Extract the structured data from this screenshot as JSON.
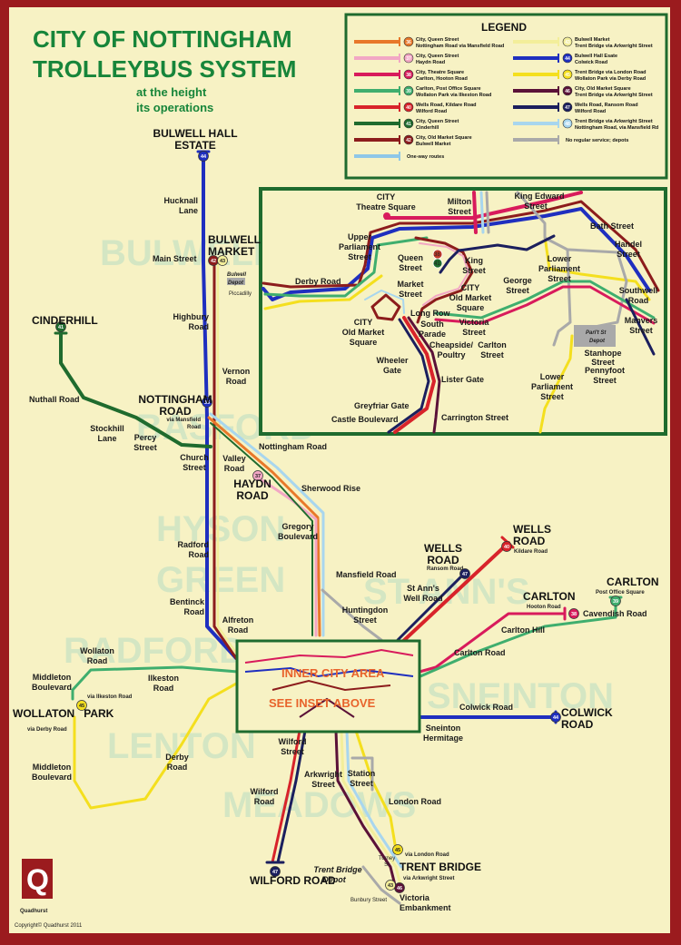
{
  "title": {
    "line1": "CITY OF NOTTINGHAM",
    "line2": "TROLLEYBUS SYSTEM",
    "line3": "at the height",
    "line4": "its operations"
  },
  "legend": {
    "heading": "LEGEND",
    "items": [
      {
        "num": "36",
        "color": "#e8782a",
        "text1": "City, Queen Street",
        "text2": "Nottingham Road via Mansfield Road"
      },
      {
        "num": "37",
        "color": "#f2a7c4",
        "text1": "City, Queen Street",
        "text2": "Haydn Road"
      },
      {
        "num": "38",
        "color": "#d81b5c",
        "text1": "City, Theatre Square",
        "text2": "Carlton, Hooton Road"
      },
      {
        "num": "39",
        "color": "#3fae6e",
        "text1": "Carlton, Post Office Square",
        "text2": "Wollaton Park via Ilkeston Road"
      },
      {
        "num": "40",
        "color": "#d8232a",
        "text1": "Wells Road, Kildare Road",
        "text2": "Wilford Road"
      },
      {
        "num": "41",
        "color": "#1f6b2e",
        "text1": "City, Queen Street",
        "text2": "Cinderhill"
      },
      {
        "num": "42",
        "color": "#8c1c1c",
        "text1": "City, Old Market Square",
        "text2": "Bulwell Market"
      },
      {
        "num": "",
        "color": "#8ec7e8",
        "text1": "One-way routes",
        "text2": ""
      },
      {
        "num": "43",
        "color": "#f3ee9a",
        "text1": "Bulwell Market",
        "text2": "Trent Bridge via Arkwright Street"
      },
      {
        "num": "44",
        "color": "#1f2fbf",
        "text1": "Bulwell Hall Esate",
        "text2": "Colwick Road"
      },
      {
        "num": "45",
        "color": "#f4df1e",
        "text1": "Trent Bridge via London Road",
        "text2": "Wollaton Park via Derby Road"
      },
      {
        "num": "46",
        "color": "#5b1238",
        "text1": "City, Old Market Square",
        "text2": "Trent Bridge via Arkwright Street"
      },
      {
        "num": "47",
        "color": "#1b1f5e",
        "text1": "Wells Road, Ransom Road",
        "text2": "Wilford Road"
      },
      {
        "num": "48",
        "color": "#a8d6ee",
        "text1": "Trent Bridge via Arkwright Street",
        "text2": "Nottingham Road, via Mansfield Rd"
      },
      {
        "num": "",
        "color": "#a9a9a9",
        "text1": "No regular service; depots",
        "text2": ""
      }
    ]
  },
  "districts": [
    "BULWELL",
    "BASFORD",
    "HYSON",
    "GREEN",
    "RADFORD",
    "LENTON",
    "MEADOWS",
    "ST ANN'S",
    "SNEINTON"
  ],
  "inset": {
    "notice1": "INNER CITY AREA",
    "notice2": "SEE INSET ABOVE",
    "labels": {
      "theatre_square": [
        "CITY",
        "Theatre Square"
      ],
      "milton_street": [
        "Milton",
        "Street"
      ],
      "king_edward": [
        "King Edward",
        "Street"
      ],
      "bath_street": "Bath Street",
      "handel": [
        "Handel",
        "Street"
      ],
      "upper_parliament": [
        "Upper",
        "Parliament",
        "Street"
      ],
      "derby_road": "Derby Road",
      "queen_street": [
        "Queen",
        "Street"
      ],
      "king_street": [
        "King",
        "Street"
      ],
      "market_street": [
        "Market",
        "Street"
      ],
      "city_oms_right": [
        "CITY",
        "Old Market",
        "Square"
      ],
      "lower_parliament_top": [
        "Lower",
        "Parliament",
        "Street"
      ],
      "george_street": [
        "George",
        "Street"
      ],
      "southwell_road": [
        "Southwell",
        "Road"
      ],
      "long_row": "Long Row",
      "city_oms_left": [
        "CITY",
        "Old Market",
        "Square"
      ],
      "south_parade": [
        "South",
        "Parade"
      ],
      "victoria_street": [
        "Victoria",
        "Street"
      ],
      "depot": [
        "Parl't St",
        "Depot"
      ],
      "manvers": [
        "Manvers",
        "Street"
      ],
      "cheapside": [
        "Cheapside/",
        "Poultry"
      ],
      "carlton_street": [
        "Carlton",
        "Street"
      ],
      "stanhope": [
        "Stanhope",
        "Street"
      ],
      "wheeler_gate": [
        "Wheeler",
        "Gate"
      ],
      "lister_gate": "Lister Gate",
      "pennyfoot": [
        "Pennyfoot",
        "Street"
      ],
      "lower_parliament_bottom": [
        "Lower",
        "Parliament",
        "Street"
      ],
      "greyfriar_gate": "Greyfriar Gate",
      "castle_boulevard": "Castle Boulevard",
      "carrington_street": "Carrington Street"
    }
  },
  "places": {
    "bulwell_hall": [
      "BULWELL HALL",
      "ESTATE"
    ],
    "hucknall_lane": [
      "Hucknall",
      "Lane"
    ],
    "bulwell_market": [
      "BULWELL",
      "MARKET"
    ],
    "main_street": "Main Street",
    "bulwell_depot": [
      "Bulwell",
      "Depot"
    ],
    "piccadilly": "Piccadilly",
    "cinderhill": "CINDERHILL",
    "highbury_road": [
      "Highbury",
      "Road"
    ],
    "vernon_road": [
      "Vernon",
      "Road"
    ],
    "nuthall_road": "Nuthall Road",
    "nottingham_road_terminus": [
      "NOTTINGHAM",
      "ROAD"
    ],
    "via_mansfield": [
      "via Mansfield",
      "Road"
    ],
    "stockhill": [
      "Stockhill",
      "Lane"
    ],
    "percy": [
      "Percy",
      "Street"
    ],
    "church_street": [
      "Church",
      "Street"
    ],
    "valley_road": [
      "Valley",
      "Road"
    ],
    "nottingham_road": "Nottingham Road",
    "haydn_road": [
      "HAYDN",
      "ROAD"
    ],
    "sherwood_rise": "Sherwood Rise",
    "gregory": [
      "Gregory",
      "Boulevard"
    ],
    "radford_road": [
      "Radford",
      "Road"
    ],
    "mansfield_road": "Mansfield Road",
    "bentinck": [
      "Bentinck",
      "Road"
    ],
    "alfreton": [
      "Alfreton",
      "Road"
    ],
    "huntingdon": [
      "Huntingdon",
      "Street"
    ],
    "wells_road_terminus": [
      "WELLS",
      "ROAD"
    ],
    "kildare": "Kildare Road",
    "wells_road_mid": [
      "WELLS",
      "ROAD"
    ],
    "ransom": "Ransom Road",
    "st_anns_well": [
      "St Ann's",
      "Well Road"
    ],
    "carlton_top": "CARLTON",
    "post_office_sq": "Post Office Square",
    "carlton_mid": "CARLTON",
    "hooton": "Hooton Road",
    "cavendish": "Cavendish Road",
    "carlton_hill": "Carlton Hill",
    "carlton_road": "Carlton Road",
    "wollaton_road": [
      "Wollaton",
      "Road"
    ],
    "ilkeston_road": [
      "Ilkeston",
      "Road"
    ],
    "middleton_top": [
      "Middleton",
      "Boulevard"
    ],
    "via_ilkeston": "via Ilkeston Road",
    "wollaton_park": "WOLLATON   PARK",
    "via_derby": "via Derby Road",
    "colwick_road_label": "Colwick Road",
    "colwick_terminus": [
      "COLWICK",
      "ROAD"
    ],
    "sneinton": [
      "Sneinton",
      "Hermitage"
    ],
    "middleton_bottom": [
      "Middleton",
      "Boulevard"
    ],
    "derby_road": [
      "Derby",
      "Road"
    ],
    "wilford_street": [
      "Wilford",
      "Street"
    ],
    "arkwright": [
      "Arkwright",
      "Street"
    ],
    "station_street": [
      "Station",
      "Street"
    ],
    "london_road": "London Road",
    "wilford_road": [
      "Wilford",
      "Road"
    ],
    "via_london": "via London Road",
    "trent_bridge": "TRENT BRIDGE",
    "via_arkwright": "via Arkwright Street",
    "trent_depot": [
      "Trent Bridge",
      "Depot"
    ],
    "turney": [
      "Turney",
      "St"
    ],
    "bunbury": "Bunbury Street",
    "victoria_emb": [
      "Victoria",
      "Embankment"
    ],
    "wilford_road_terminus": "WILFORD ROAD"
  },
  "route_numbers": {
    "n44a": "44",
    "n42": "42",
    "n43": "43",
    "n41": "41",
    "n37": "37",
    "n36": "36",
    "n40": "40",
    "n47": "47",
    "n39": "39",
    "n38": "38",
    "n45": "45",
    "n44b": "44",
    "n46": "46",
    "n43b": "43",
    "n47b": "47",
    "n45b": "45",
    "ins1": "38",
    "ins2": "41"
  },
  "publisher": {
    "logo_letter": "Q",
    "name": "Quadhurst",
    "copyright": "Copyright© Quadhurst 2011"
  }
}
